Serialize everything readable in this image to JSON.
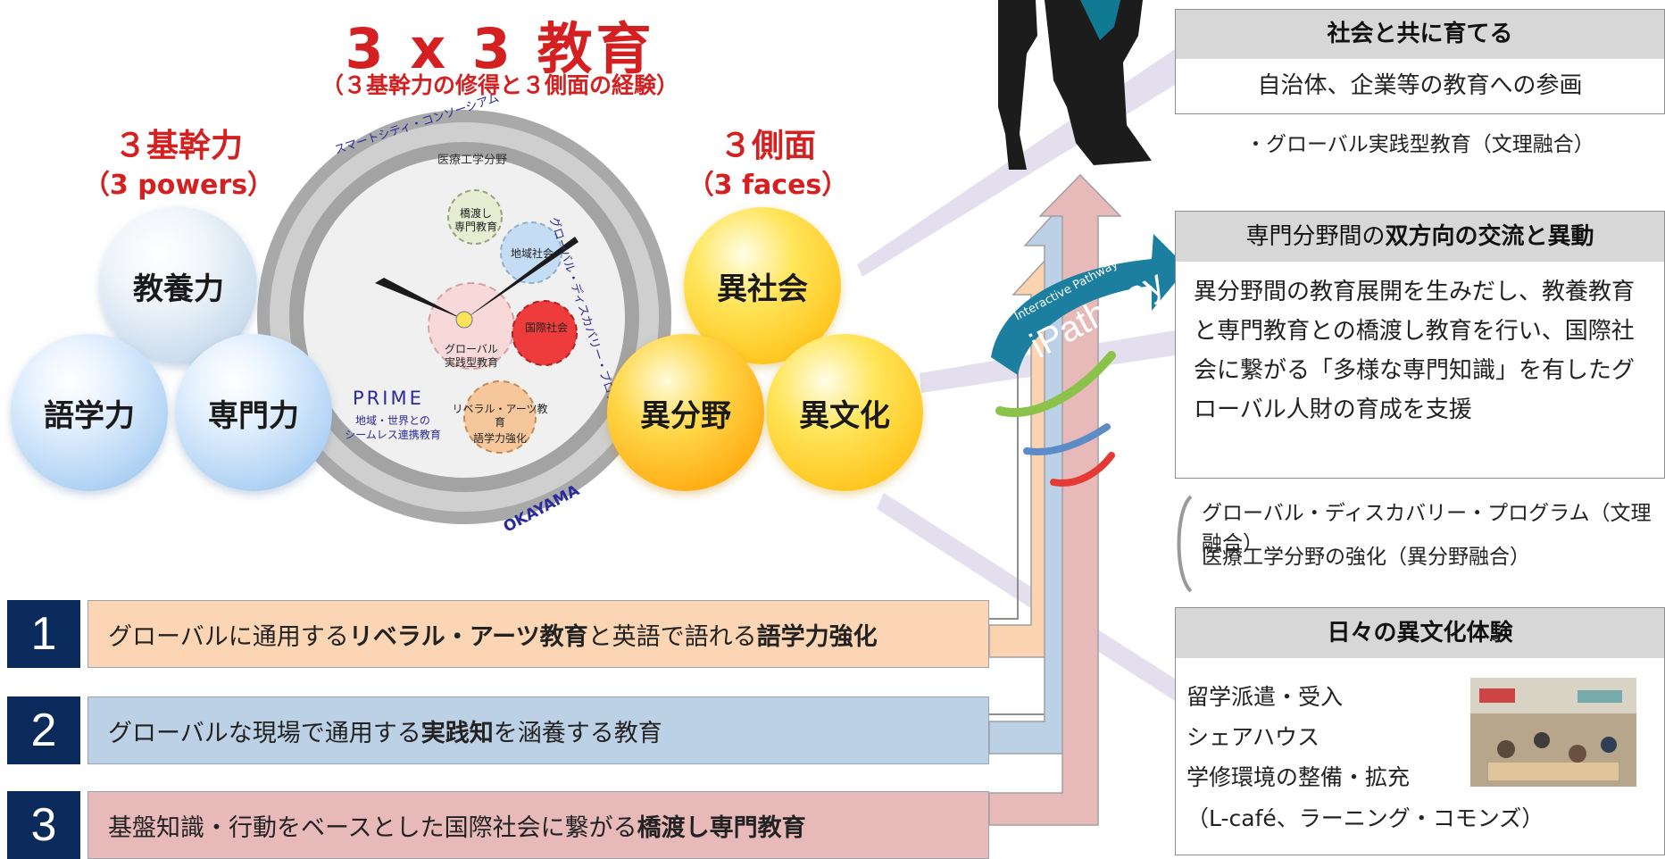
{
  "main": {
    "title": "3 x 3 教育",
    "subtitle": "（３基幹力の修得と３側面の経験）"
  },
  "powers": {
    "heading": "３基幹力",
    "heading_en": "（3 powers）",
    "spheres": [
      "教養力",
      "語学力",
      "専門力"
    ]
  },
  "faces": {
    "heading": "３側面",
    "heading_en": "（3 faces）",
    "spheres": [
      "異社会",
      "異分野",
      "異文化"
    ]
  },
  "clock": {
    "top_label": "医療工学分野",
    "arc_left": "スマートシティ・コンソーシアム",
    "arc_right": "グローバル・ディスカバリー・プログラム",
    "prime": "PRIME",
    "prime_sub1": "地域・世界との",
    "prime_sub2": "シームレス連携教育",
    "bottom": "OKAYAMA",
    "gears": {
      "bridge1": "橋渡し",
      "bridge2": "専門教育",
      "regional": "地域社会",
      "global1": "グローバル",
      "global2": "実践型教育",
      "international": "国際社会",
      "liberal": "リベラル・アーツ教育",
      "language": "語学力強化"
    }
  },
  "pathway": {
    "small": "Interactive Pathway",
    "big": "iPathway"
  },
  "bars": [
    {
      "num": "1",
      "pre": "グローバルに通用する",
      "b1": "リベラル・アーツ教育",
      "mid": "と英語で語れる",
      "b2": "語学力強化",
      "post": "",
      "color": "#fcd6b4"
    },
    {
      "num": "2",
      "pre": "グローバルな現場で通用する",
      "b1": "実践知",
      "mid": "を涵養する教育",
      "b2": "",
      "post": "",
      "color": "#bcd0e6"
    },
    {
      "num": "3",
      "pre": "基盤知識・行動をベースとした国際社会に繋がる",
      "b1": "橋渡し専門教育",
      "mid": "",
      "b2": "",
      "post": "",
      "color": "#e8b9b9"
    }
  ],
  "right": {
    "box1": {
      "head": "社会と共に育てる",
      "sub": "自治体、企業等の教育への参画",
      "note": "・グローバル実践型教育（文理融合）"
    },
    "box2": {
      "head_pre": "専門分野間の",
      "head_bold": "双方向の交流と異動",
      "body": "異分野間の教育展開を生みだし、教養教育と専門教育との橋渡し教育を行い、国際社会に繋がる「多様な専門知識」を有したグローバル人財の育成を支援"
    },
    "programs": [
      "グローバル・ディスカバリー・プログラム（文理融合）",
      "医療工学分野の強化（異分野融合）"
    ],
    "box3": {
      "head": "日々の異文化体験",
      "items": [
        "留学派遣・受入",
        "シェアハウス",
        "学修環境の整備・拡充",
        "（L-café、ラーニング・コモンズ）"
      ]
    }
  },
  "colors": {
    "accent_red": "#d42020",
    "navy": "#0b2a5c",
    "bar1": "#fcd6b4",
    "bar2": "#bcd0e6",
    "bar3": "#e8b9b9"
  }
}
